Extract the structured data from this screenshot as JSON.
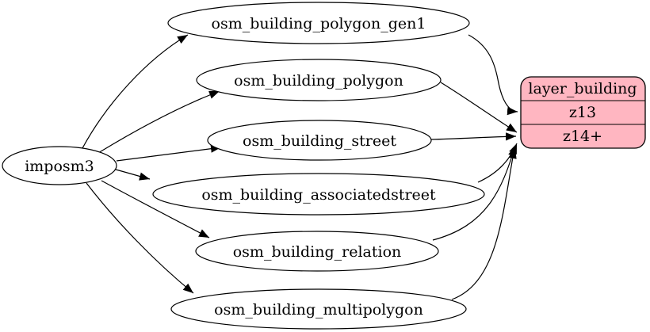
{
  "diagram": {
    "type": "etl-flow-graph",
    "source": {
      "label": "imposm3"
    },
    "tables": [
      {
        "label": "osm_building_polygon_gen1"
      },
      {
        "label": "osm_building_polygon"
      },
      {
        "label": "osm_building_street"
      },
      {
        "label": "osm_building_associatedstreet"
      },
      {
        "label": "osm_building_relation"
      },
      {
        "label": "osm_building_multipolygon"
      }
    ],
    "layer": {
      "title": "layer_building",
      "rows": [
        {
          "label": "z13"
        },
        {
          "label": "z14+"
        }
      ]
    },
    "edges": [
      {
        "from": "imposm3",
        "to": "osm_building_polygon_gen1"
      },
      {
        "from": "imposm3",
        "to": "osm_building_polygon"
      },
      {
        "from": "imposm3",
        "to": "osm_building_street"
      },
      {
        "from": "imposm3",
        "to": "osm_building_associatedstreet"
      },
      {
        "from": "imposm3",
        "to": "osm_building_relation"
      },
      {
        "from": "imposm3",
        "to": "osm_building_multipolygon"
      },
      {
        "from": "osm_building_polygon_gen1",
        "to": "layer_building:z13"
      },
      {
        "from": "osm_building_polygon",
        "to": "layer_building:z14+"
      },
      {
        "from": "osm_building_street",
        "to": "layer_building:z14+"
      },
      {
        "from": "osm_building_associatedstreet",
        "to": "layer_building:z14+"
      },
      {
        "from": "osm_building_relation",
        "to": "layer_building:z14+"
      },
      {
        "from": "osm_building_multipolygon",
        "to": "layer_building:z14+"
      }
    ],
    "colors": {
      "layer_fill": "#ffb6c1",
      "node_fill": "#ffffff",
      "stroke": "#000000",
      "background": "#ffffff"
    }
  }
}
